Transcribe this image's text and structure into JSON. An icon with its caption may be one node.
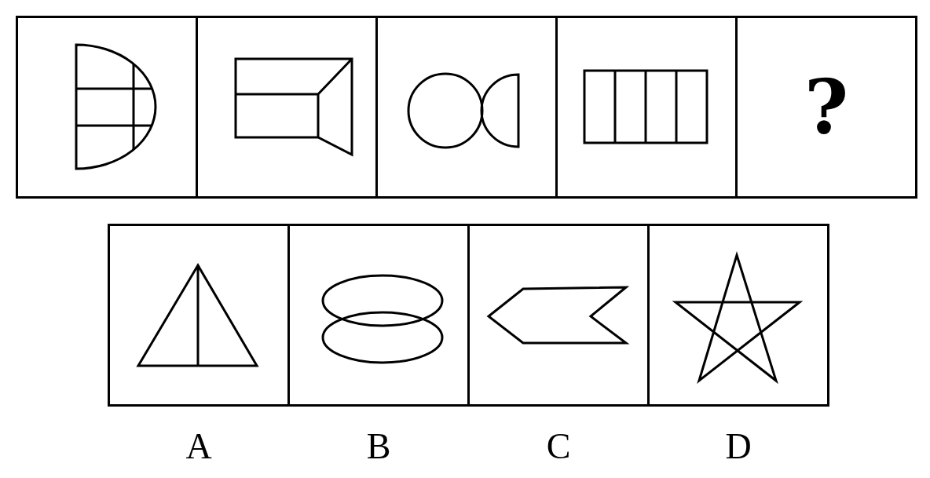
{
  "diagram": {
    "nodes": [
      {
        "text": [],
        "shape": "box"
      },
      {
        "text": [],
        "shape": "box"
      },
      {
        "text": [],
        "shape": "box"
      },
      {
        "text": [],
        "shape": "box"
      },
      {
        "text": [
          "?"
        ]
      },
      {
        "text": [],
        "shape": "box",
        "beside": [
          "A"
        ]
      },
      {
        "text": [],
        "shape": "box",
        "beside": [
          "B"
        ]
      },
      {
        "text": [],
        "shape": "box",
        "beside": [
          "C"
        ]
      },
      {
        "text": [],
        "shape": "box",
        "beside": [
          "D"
        ]
      }
    ],
    "edges": []
  }
}
